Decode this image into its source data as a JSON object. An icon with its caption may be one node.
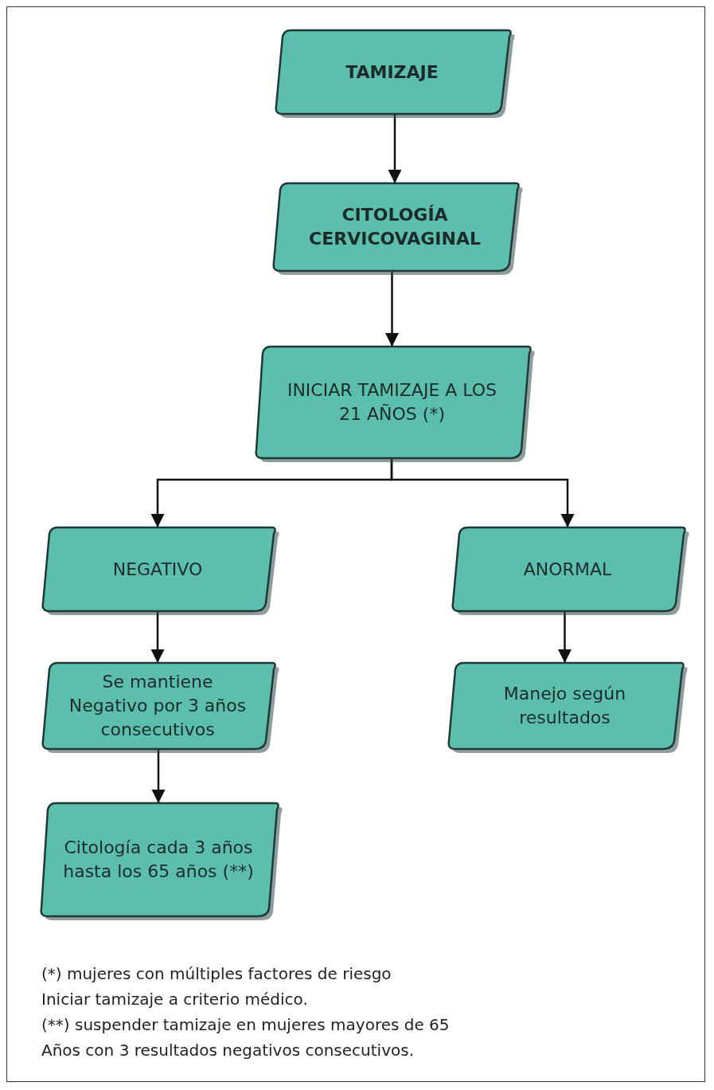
{
  "diagram": {
    "nodes": [
      {
        "text": [
          "TAMIZAJE"
        ]
      },
      {
        "text": [
          "CITOLOGÍA CERVICOVAGINAL"
        ]
      },
      {
        "text": [
          "INICIAR TAMIZAJE A LOS 21 AÑOS (*)"
        ]
      },
      {
        "text": [
          "NEGATIVO"
        ]
      },
      {
        "text": [
          "ANORMAL"
        ]
      },
      {
        "text": [
          "Se mantiene Negativo por 3 años consecutivos"
        ]
      },
      {
        "text": [
          "Manejo según resultados"
        ]
      },
      {
        "text": [
          "Citología cada 3 años hasta los 65 años (**)"
        ]
      }
    ],
    "edges": [
      {
        "from": 0,
        "to": 1,
        "arrow": "to"
      },
      {
        "from": 1,
        "to": 2,
        "arrow": "to"
      },
      {
        "from": 2,
        "to": 3,
        "arrow": "to"
      },
      {
        "from": 2,
        "to": 4,
        "arrow": "to"
      },
      {
        "from": 3,
        "to": 5,
        "arrow": "to"
      },
      {
        "from": 4,
        "to": 6,
        "arrow": "to"
      },
      {
        "from": 5,
        "to": 7,
        "arrow": "to"
      }
    ],
    "labels": [
      "(*) mujeres con múltiples factores de riesgo",
      "Iniciar tamizaje a criterio médico.",
      "(**) suspender tamizaje en mujeres mayores de 65",
      "Años con 3 resultados negativos consecutivos."
    ]
  }
}
